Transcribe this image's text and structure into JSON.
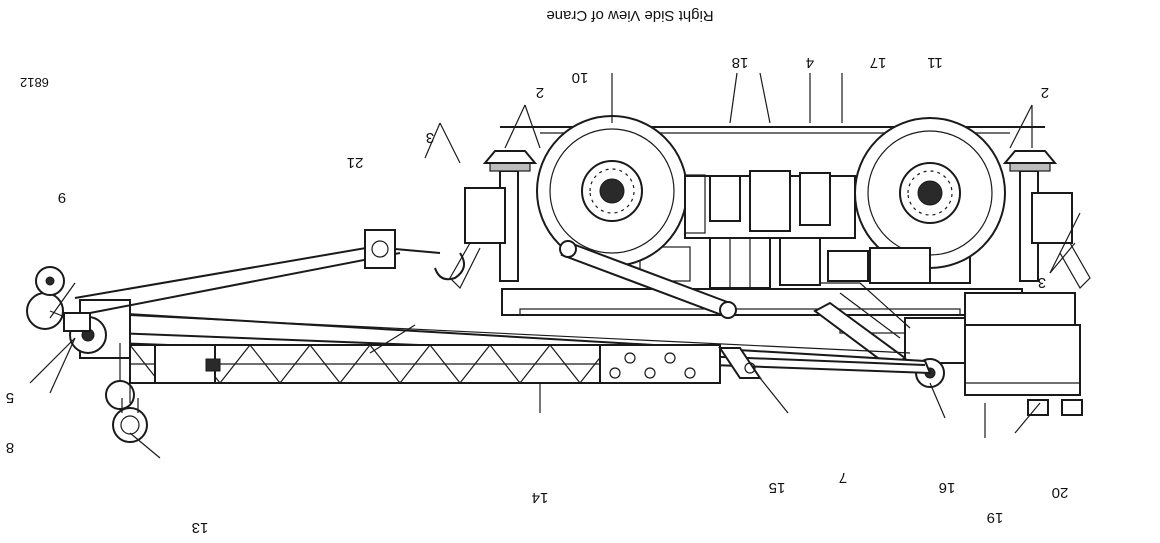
{
  "figure": {
    "title": "Right Side View of Crane",
    "figure_number": "6812"
  },
  "callouts": [
    "2",
    "2",
    "3",
    "3",
    "4",
    "5",
    "7",
    "8",
    "9",
    "10",
    "11",
    "13",
    "14",
    "15",
    "16",
    "17",
    "18",
    "19",
    "20",
    "21"
  ]
}
